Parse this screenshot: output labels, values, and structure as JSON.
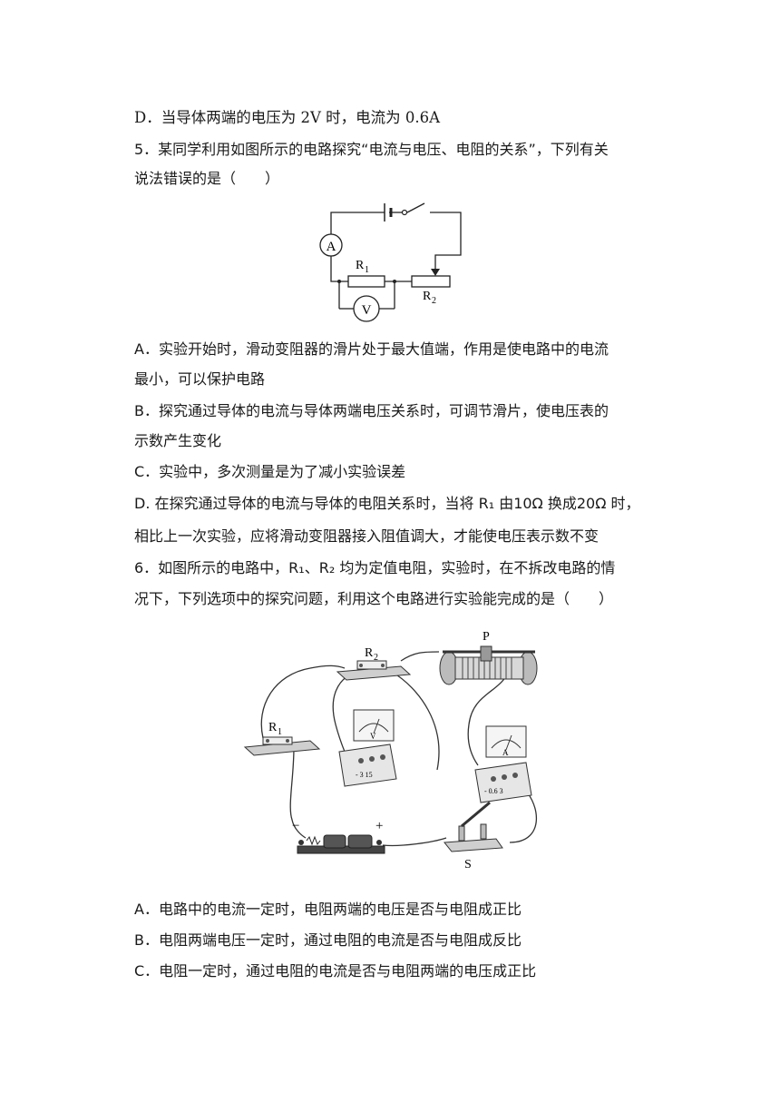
{
  "prev_option": {
    "d": "D．当导体两端的电压为 2V 时，电流为 0.6A"
  },
  "q5": {
    "stem_line1": "5．某同学利用如图所示的电路探究“电流与电压、电阻的关系”，下列有关",
    "stem_line2": "说法错误的是（　　）",
    "figure": {
      "ammeter": "A",
      "voltmeter": "V",
      "r1": "R",
      "r1_sub": "1",
      "r2": "R",
      "r2_sub": "2"
    },
    "options": {
      "a_line1": "A．实验开始时，滑动变阻器的滑片处于最大值端，作用是使电路中的电流",
      "a_line2": "最小，可以保护电路",
      "b_line1": "B．探究通过导体的电流与导体两端电压关系时，可调节滑片，使电压表的",
      "b_line2": "示数产生变化",
      "c": "C．实验中，多次测量是为了减小实验误差",
      "d_line1": "D. 在探究通过导体的电流与导体的电阻关系时，当将 R₁ 由10Ω 换成20Ω 时，",
      "d_line2": "相比上一次实验，应将滑动变阻器接入阻值调大，才能使电压表示数不变"
    }
  },
  "q6": {
    "stem_line1": "6．如图所示的电路中，R₁、R₂ 均为定值电阻，实验时，在不拆改电路的情",
    "stem_line2": "况下，下列选项中的探究问题，利用这个电路进行实验能完成的是（　　）",
    "figure": {
      "r1": "R",
      "r1_sub": "1",
      "r2": "R",
      "r2_sub": "2",
      "slider": "P",
      "switch": "S",
      "minus": "−",
      "plus": "+",
      "voltmeter": "V",
      "ammeter": "A",
      "voltmeter_terminals": "- 3 15",
      "ammeter_terminals": "- 0.6 3"
    },
    "options": {
      "a": "A．电路中的电流一定时，电阻两端的电压是否与电阻成正比",
      "b": "B．电阻两端电压一定时，通过电阻的电流是否与电阻成反比",
      "c": "C．电阻一定时，通过电阻的电流是否与电阻两端的电压成正比"
    }
  }
}
